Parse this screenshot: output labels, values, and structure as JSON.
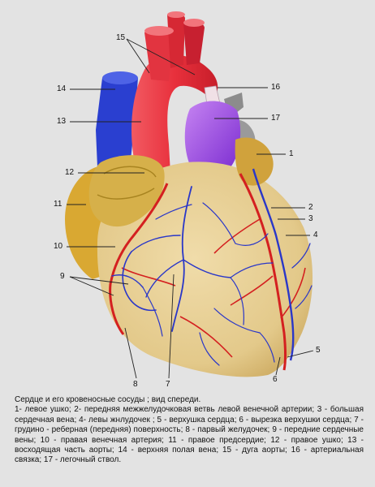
{
  "labels": {
    "n1": "1",
    "n2": "2",
    "n3": "3",
    "n4": "4",
    "n5": "5",
    "n6": "6",
    "n7": "7",
    "n8": "8",
    "n9": "9",
    "n10": "10",
    "n11": "11",
    "n12": "12",
    "n13": "13",
    "n14": "14",
    "n15": "15",
    "n16": "16",
    "n17": "17"
  },
  "caption": {
    "title": "Сердце    и его  кровеносные     сосуды ;   вид  спереди.",
    "legend": "1-   левое ушко;  2-  передняя  межжелудочковая  ветвь левой венечной  артерии;  3 -  большая сердечная  вена;  4-   левы жнлудочек ;   5 -  верхушка  сердца; 6 -  вырезка  верхушки  сердца; 7 -  грудино - реберная  (передняя)  поверхность;  8 -  парвый  желудочек;  9 -  передние  сердечные  вены;  10 -  правая венечная артерия;  11 -  правое  предсердие;  12 -  правое  ушко;  13 -  восходящая часть аорты;  14 -  верхняя  полая вена;  15 -  дуга  аорты;  16 -  артериальная  связка;  17 -  легочный  ствол."
  },
  "colors": {
    "background": "#e3e3e3",
    "aorta": "#e8303c",
    "vena_cava": "#2a3fd0",
    "pulmonary_trunk": "#9a3fe0",
    "ventricle": "#e3c98a",
    "atrium": "#d9a832",
    "artery_lines": "#d42020",
    "vein_lines": "#2a37c8"
  }
}
